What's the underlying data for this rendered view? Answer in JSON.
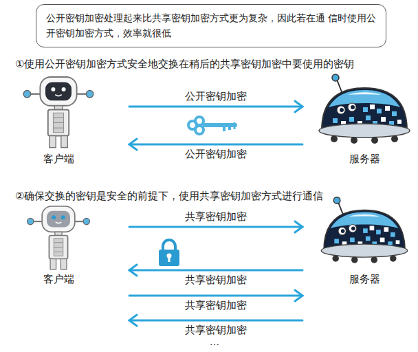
{
  "diagram": {
    "nodes": [
      {
        "text": [
          "公开密钥加密处理起来比共享密钥加密方式更为复杂，因此若在通 信时使用公开密钥加密方式，效率就很低"
        ]
      },
      {
        "text": [
          "客户端"
        ]
      },
      {
        "text": [
          "服务器"
        ]
      },
      {
        "text": [
          "客户端"
        ]
      },
      {
        "text": [
          "服务器"
        ]
      }
    ],
    "edges": [
      {
        "from": 1,
        "to": 2,
        "arrow": "to",
        "label": "公开密钥加密"
      },
      {
        "from": 2,
        "to": 1,
        "arrow": "to",
        "label": "公开密钥加密"
      },
      {
        "from": 3,
        "to": 4,
        "arrow": "to",
        "label": "共享密钥加密"
      },
      {
        "from": 4,
        "to": 3,
        "arrow": "to",
        "label": "共享密钥加密"
      },
      {
        "from": 3,
        "to": 4,
        "arrow": "to",
        "label": "共享密钥加密"
      },
      {
        "from": 4,
        "to": 3,
        "arrow": "to",
        "label": "共享密钥加密"
      }
    ],
    "labels": [
      "①使用公开密钥加密方式安全地交换在稍后的共享密钥加密中要使用的密钥",
      "②确保交换的密钥是安全的前提下，使用共享密钥加密方式进行通信",
      "…"
    ]
  }
}
